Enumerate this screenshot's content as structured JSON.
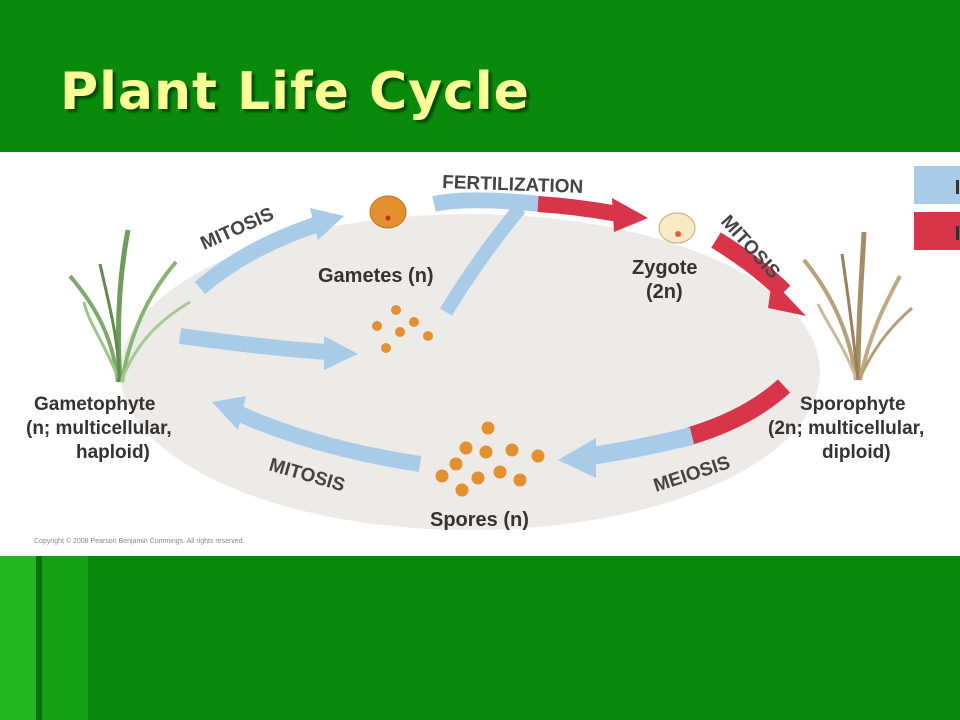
{
  "slide": {
    "title": "Plant Life Cycle"
  },
  "colors": {
    "background": "#0a8a0a",
    "title": "#fdfd96",
    "haploid": "#a8cbe8",
    "diploid": "#d8344a",
    "cell": "#e3902f"
  },
  "diagram": {
    "labels": {
      "fertilization": "FERTILIZATION",
      "mitosis_top_left": "MITOSIS",
      "mitosis_top_right": "MITOSIS",
      "mitosis_bottom": "MITOSIS",
      "meiosis": "MEIOSIS",
      "gametes": "Gametes (n)",
      "zygote_line1": "Zygote",
      "zygote_line2": "(2n)",
      "gametophyte_line1": "Gametophyte",
      "gametophyte_line2": "(n; multicellular,",
      "gametophyte_line3": "haploid)",
      "sporophyte_line1": "Sporophyte",
      "sporophyte_line2": "(2n; multicellular,",
      "sporophyte_line3": "diploid)",
      "spores": "Spores (n)",
      "copyright": "Copyright © 2008 Pearson Benjamin Cummings. All rights reserved."
    },
    "icons": {
      "gametophyte": "grass-plant-icon",
      "sporophyte": "dry-grass-plant-icon"
    }
  }
}
